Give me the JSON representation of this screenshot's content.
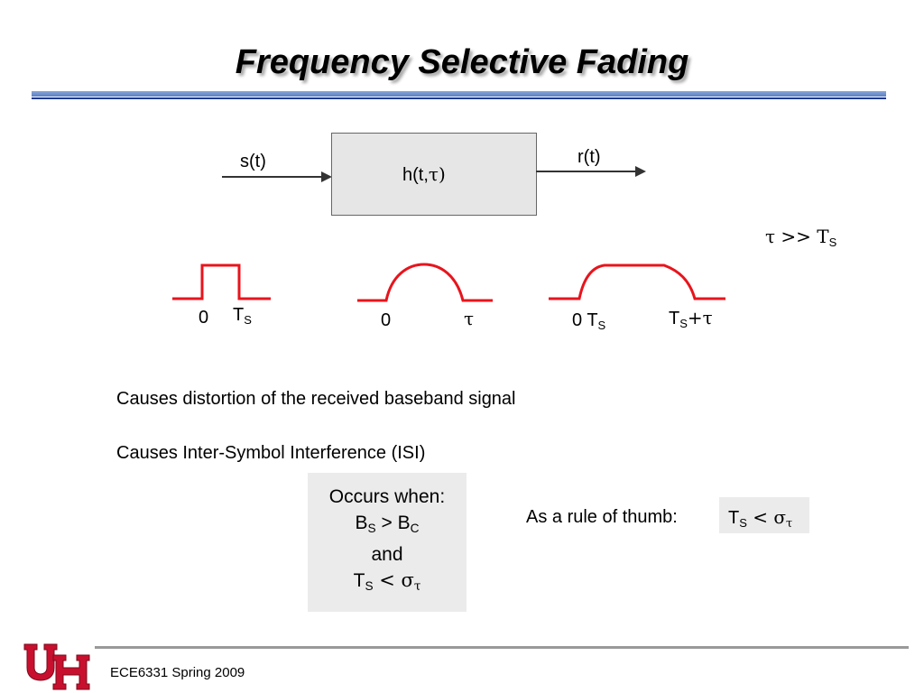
{
  "slide": {
    "title": "Frequency Selective Fading"
  },
  "block_diagram": {
    "input_label": "s(t)",
    "system_label_main": "h(t,",
    "system_label_tau": "τ)",
    "output_label": "r(t)"
  },
  "condition": {
    "tau": "τ >> T",
    "sub": "S"
  },
  "pulses": [
    {
      "labels": [
        {
          "text": "0",
          "sub": ""
        },
        {
          "text": "T",
          "sub": "S"
        }
      ]
    },
    {
      "labels": [
        {
          "text": "0",
          "sub": ""
        },
        {
          "text": "τ",
          "sub": ""
        }
      ]
    },
    {
      "labels": [
        {
          "text": "0 T",
          "sub": "S"
        },
        {
          "text": "T",
          "sub": "S",
          "suffix": "+τ"
        }
      ]
    }
  ],
  "bullets": [
    "Causes distortion of the received baseband signal",
    "Causes Inter-Symbol Interference (ISI)"
  ],
  "occurs_box": {
    "line1": "Occurs when:",
    "line2_a": "B",
    "line2_a_sub": "S",
    "line2_mid": " > B",
    "line2_b_sub": "C",
    "line3": "and",
    "line4_a": "T",
    "line4_a_sub": "S",
    "line4_mid": " < σ",
    "line4_b_sub": "τ"
  },
  "rule_of_thumb": {
    "label": "As a rule of thumb:",
    "expr_a": "T",
    "expr_a_sub": "S",
    "expr_mid": " < σ",
    "expr_b_sub": "τ"
  },
  "footer": {
    "course": "ECE6331 Spring 2009",
    "logo_text": "UH"
  },
  "colors": {
    "pulse": "#e8141c",
    "logo": "#c8102e",
    "title_rule": "#1f3a8c"
  }
}
